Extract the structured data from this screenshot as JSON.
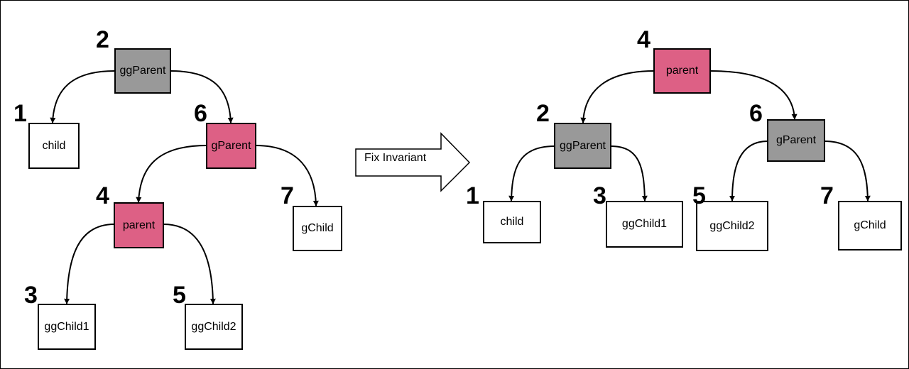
{
  "diagram": {
    "transition_label": "Fix Invariant",
    "before": {
      "ggParent": {
        "label": "ggParent",
        "number": "2"
      },
      "child": {
        "label": "child",
        "number": "1"
      },
      "gParent": {
        "label": "gParent",
        "number": "6"
      },
      "parent": {
        "label": "parent",
        "number": "4"
      },
      "gChild": {
        "label": "gChild",
        "number": "7"
      },
      "ggChild1": {
        "label": "ggChild1",
        "number": "3"
      },
      "ggChild2": {
        "label": "ggChild2",
        "number": "5"
      }
    },
    "after": {
      "parent": {
        "label": "parent",
        "number": "4"
      },
      "ggParent": {
        "label": "ggParent",
        "number": "2"
      },
      "gParent": {
        "label": "gParent",
        "number": "6"
      },
      "child": {
        "label": "child",
        "number": "1"
      },
      "ggChild1": {
        "label": "ggChild1",
        "number": "3"
      },
      "ggChild2": {
        "label": "ggChild2",
        "number": "5"
      },
      "gChild": {
        "label": "gChild",
        "number": "7"
      }
    },
    "colors": {
      "gray": "#999999",
      "pink": "#dd6085",
      "border": "#000000"
    }
  }
}
